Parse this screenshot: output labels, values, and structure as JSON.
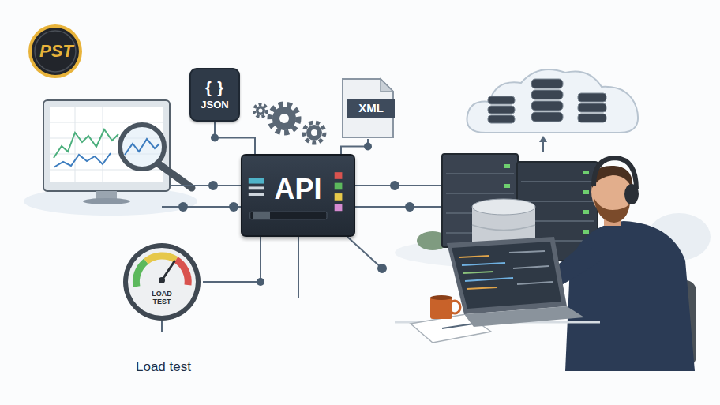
{
  "diagram": {
    "nodes": [
      {
        "text": [
          "{ }",
          "JSON"
        ]
      },
      {
        "text": [
          "XML"
        ]
      },
      {
        "text": [
          "API"
        ]
      },
      {
        "text": [
          "LOAD TEST"
        ]
      }
    ],
    "edges": [
      {
        "from": 0,
        "to": 2,
        "arrow": "none"
      },
      {
        "from": 1,
        "to": 2,
        "arrow": "none"
      },
      {
        "from": 3,
        "to": 2,
        "arrow": "none"
      }
    ],
    "labels": [
      "PST",
      "Load test"
    ]
  }
}
